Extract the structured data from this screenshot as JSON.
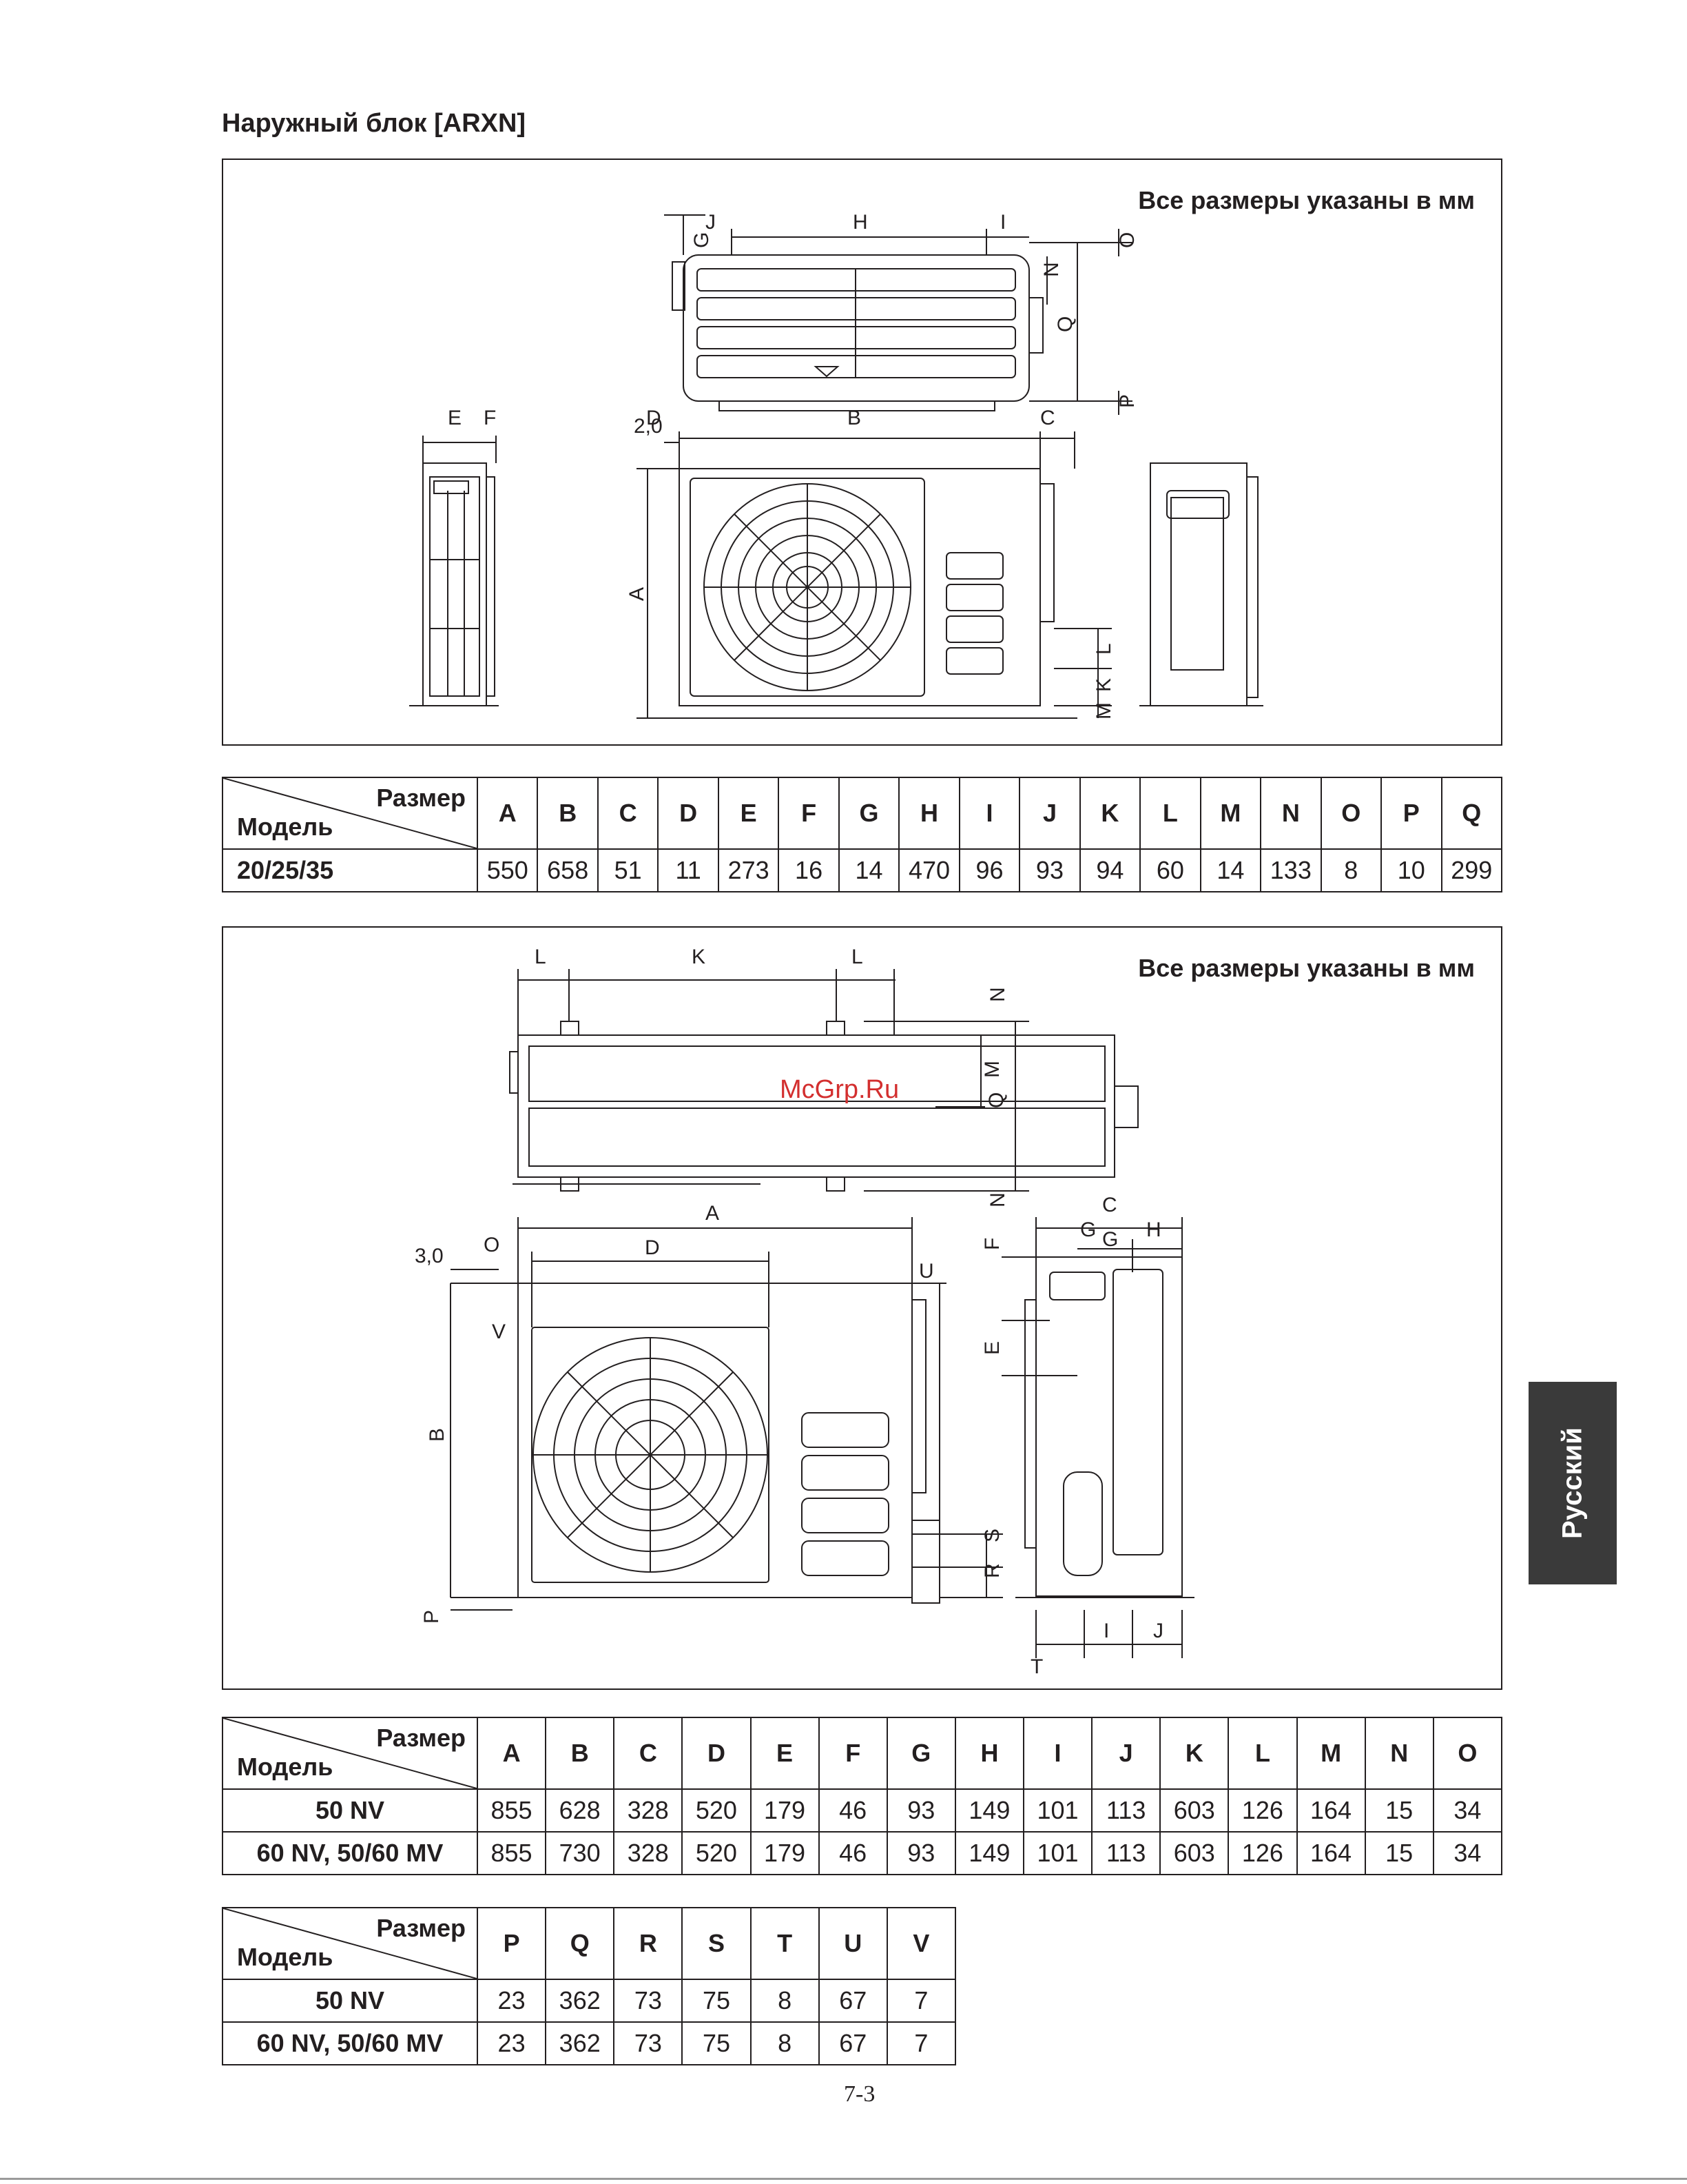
{
  "title": "Наружный блок [ARXN]",
  "units_note": "Все размеры указаны в мм",
  "watermark": "McGrp.Ru",
  "side_tab": "Русский",
  "page_number": "7-3",
  "corner": {
    "size": "Размер",
    "model": "Модель"
  },
  "diagram1": {
    "top_view_labels": [
      "J",
      "H",
      "I",
      "G",
      "O",
      "N",
      "Q",
      "P"
    ],
    "front_labels": [
      "2,0",
      "D",
      "B",
      "C",
      "A",
      "L",
      "K",
      "M"
    ],
    "side_labels": [
      "E",
      "F"
    ]
  },
  "diagram2": {
    "top_view_labels": [
      "L",
      "K",
      "L",
      "N",
      "M",
      "Q",
      "N"
    ],
    "front_labels": [
      "A",
      "3,0",
      "O",
      "D",
      "U",
      "V",
      "B",
      "S",
      "R",
      "P"
    ],
    "side_labels": [
      "C",
      "G",
      "H",
      "F",
      "E",
      "I",
      "J",
      "T"
    ]
  },
  "table1": {
    "headers": [
      "A",
      "B",
      "C",
      "D",
      "E",
      "F",
      "G",
      "H",
      "I",
      "J",
      "K",
      "L",
      "M",
      "N",
      "O",
      "P",
      "Q"
    ],
    "rows": [
      {
        "model": "20/25/35",
        "values": [
          "550",
          "658",
          "51",
          "11",
          "273",
          "16",
          "14",
          "470",
          "96",
          "93",
          "94",
          "60",
          "14",
          "133",
          "8",
          "10",
          "299"
        ]
      }
    ]
  },
  "table2": {
    "headers": [
      "A",
      "B",
      "C",
      "D",
      "E",
      "F",
      "G",
      "H",
      "I",
      "J",
      "K",
      "L",
      "M",
      "N",
      "O"
    ],
    "rows": [
      {
        "model": "50 NV",
        "values": [
          "855",
          "628",
          "328",
          "520",
          "179",
          "46",
          "93",
          "149",
          "101",
          "113",
          "603",
          "126",
          "164",
          "15",
          "34"
        ]
      },
      {
        "model": "60 NV, 50/60 MV",
        "values": [
          "855",
          "730",
          "328",
          "520",
          "179",
          "46",
          "93",
          "149",
          "101",
          "113",
          "603",
          "126",
          "164",
          "15",
          "34"
        ]
      }
    ]
  },
  "table3": {
    "headers": [
      "P",
      "Q",
      "R",
      "S",
      "T",
      "U",
      "V"
    ],
    "rows": [
      {
        "model": "50 NV",
        "values": [
          "23",
          "362",
          "73",
          "75",
          "8",
          "67",
          "7"
        ]
      },
      {
        "model": "60 NV, 50/60 MV",
        "values": [
          "23",
          "362",
          "73",
          "75",
          "8",
          "67",
          "7"
        ]
      }
    ]
  }
}
